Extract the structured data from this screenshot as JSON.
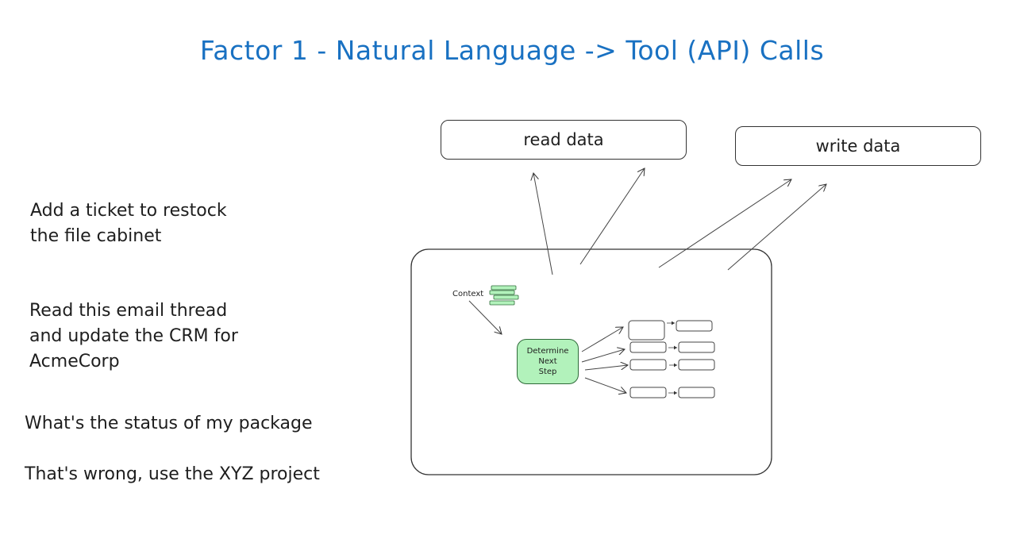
{
  "title": "Factor 1 - Natural Language -> Tool (API) Calls",
  "boxes": {
    "read": "read data",
    "write": "write data"
  },
  "prompts": [
    "Add a ticket to restock\nthe file cabinet",
    "Read this email thread\nand update the CRM for\nAcmeCorp",
    "What's the status of my package",
    "That's wrong, use the XYZ project"
  ],
  "agent": {
    "context_label": "Context",
    "step_label": "Determine\nNext\nStep",
    "step_color": "#b2f2bb"
  },
  "colors": {
    "title": "#1971c2"
  }
}
